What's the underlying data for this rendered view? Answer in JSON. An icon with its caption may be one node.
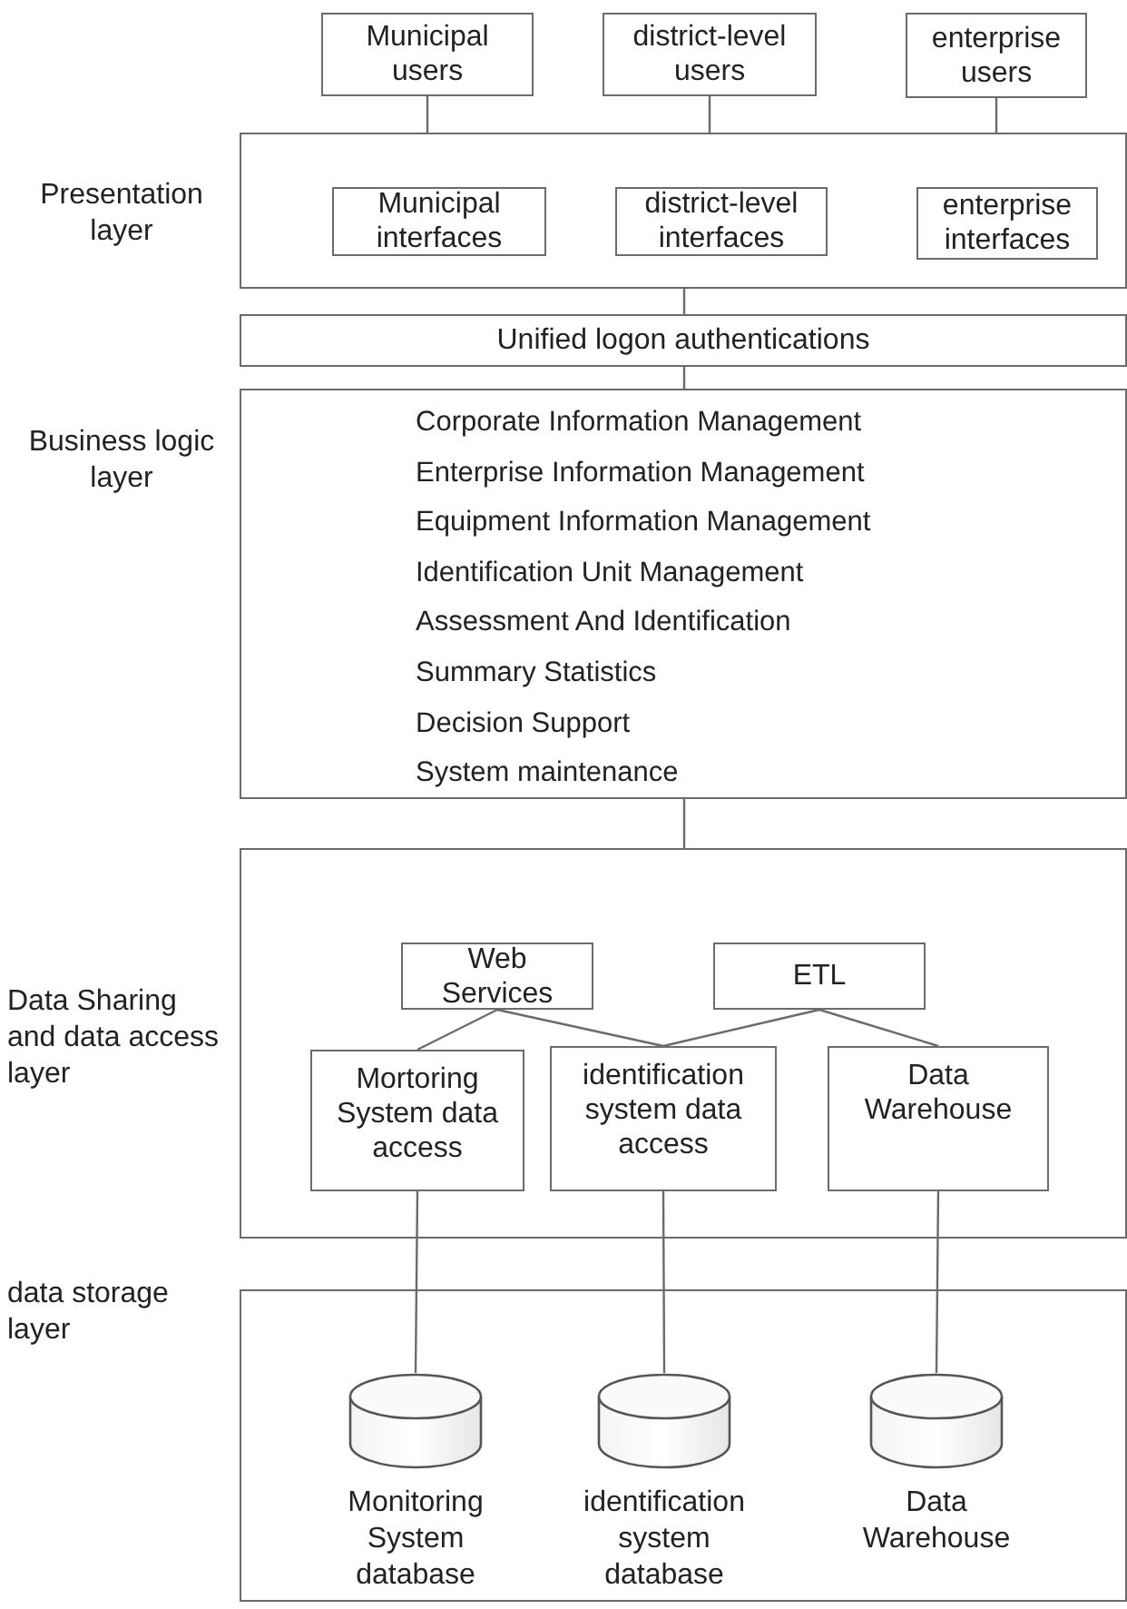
{
  "diagram": {
    "nodes": [
      {
        "text": [
          "Municipal users"
        ]
      },
      {
        "text": [
          "district-level users"
        ]
      },
      {
        "text": [
          "enterprise users"
        ]
      },
      {
        "text": [],
        "beside": [
          "Presentation layer"
        ],
        "shape": "box"
      },
      {
        "text": [
          "Municipal interfaces"
        ],
        "in": 3
      },
      {
        "text": [
          "district-level interfaces"
        ],
        "in": 3
      },
      {
        "text": [
          "enterprise interfaces"
        ],
        "in": 3
      },
      {
        "text": [
          "Unified logon authentications"
        ]
      },
      {
        "text": [
          "Corporate Information Management",
          "Enterprise Information Management",
          "Equipment Information Management",
          "Identification Unit Management",
          "Assessment And Identification",
          "Summary Statistics",
          "Decision Support",
          "System maintenance"
        ],
        "beside": [
          "Business logic layer"
        ]
      },
      {
        "text": [],
        "beside": [
          "Data Sharing and data access layer"
        ],
        "shape": "box"
      },
      {
        "text": [
          "Web Services"
        ],
        "in": 9
      },
      {
        "text": [
          "ETL"
        ],
        "in": 9
      },
      {
        "text": [
          "Mortoring System data access"
        ],
        "in": 9
      },
      {
        "text": [
          "identification system data access"
        ],
        "in": 9
      },
      {
        "text": [
          "Data Warehouse"
        ],
        "in": 9
      },
      {
        "text": [],
        "beside": [
          "data storage layer"
        ],
        "shape": "box"
      },
      {
        "text": [
          "Monitoring System database"
        ],
        "in": 15
      },
      {
        "text": [
          "identification system database"
        ],
        "in": 15
      },
      {
        "text": [
          "Data Warehouse"
        ],
        "in": 15
      }
    ],
    "edges": [
      {
        "from": 0,
        "to": 3,
        "arrow": "none"
      },
      {
        "from": 1,
        "to": 3,
        "arrow": "none"
      },
      {
        "from": 2,
        "to": 3,
        "arrow": "none"
      },
      {
        "from": 3,
        "to": 7,
        "arrow": "none"
      },
      {
        "from": 7,
        "to": 8,
        "arrow": "none"
      },
      {
        "from": 8,
        "to": 9,
        "arrow": "none"
      },
      {
        "from": 10,
        "to": 12,
        "arrow": "none"
      },
      {
        "from": 10,
        "to": 13,
        "arrow": "none"
      },
      {
        "from": 11,
        "to": 13,
        "arrow": "none"
      },
      {
        "from": 11,
        "to": 14,
        "arrow": "none"
      },
      {
        "from": 12,
        "to": 16,
        "arrow": "none"
      },
      {
        "from": 13,
        "to": 17,
        "arrow": "none"
      },
      {
        "from": 14,
        "to": 18,
        "arrow": "none"
      }
    ]
  }
}
